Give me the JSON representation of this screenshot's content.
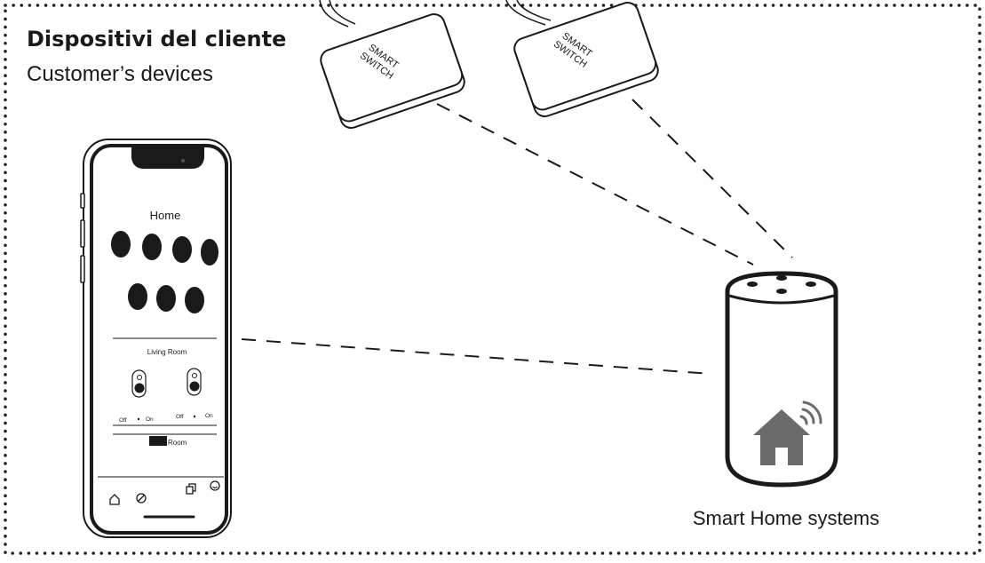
{
  "title": {
    "italian": "Dispositivi del cliente",
    "english": "Customer’s devices"
  },
  "switches": [
    {
      "line1": "SMART",
      "line2": "SWITCH"
    },
    {
      "line1": "SMART",
      "line2": "SWITCH"
    }
  ],
  "phone": {
    "header": "Home",
    "section_label": "Living Room",
    "toggles": [
      {
        "off_label": "Off",
        "on_label": "On"
      },
      {
        "off_label": "Off",
        "on_label": "On"
      }
    ],
    "room_label": "Room",
    "tab_icons": [
      "home-icon",
      "compass-icon",
      "copy-icon",
      "smile-icon"
    ]
  },
  "hub": {
    "caption": "Smart Home systems",
    "icon": "home-wifi-icon",
    "icon_color": "#6b6b6b"
  }
}
